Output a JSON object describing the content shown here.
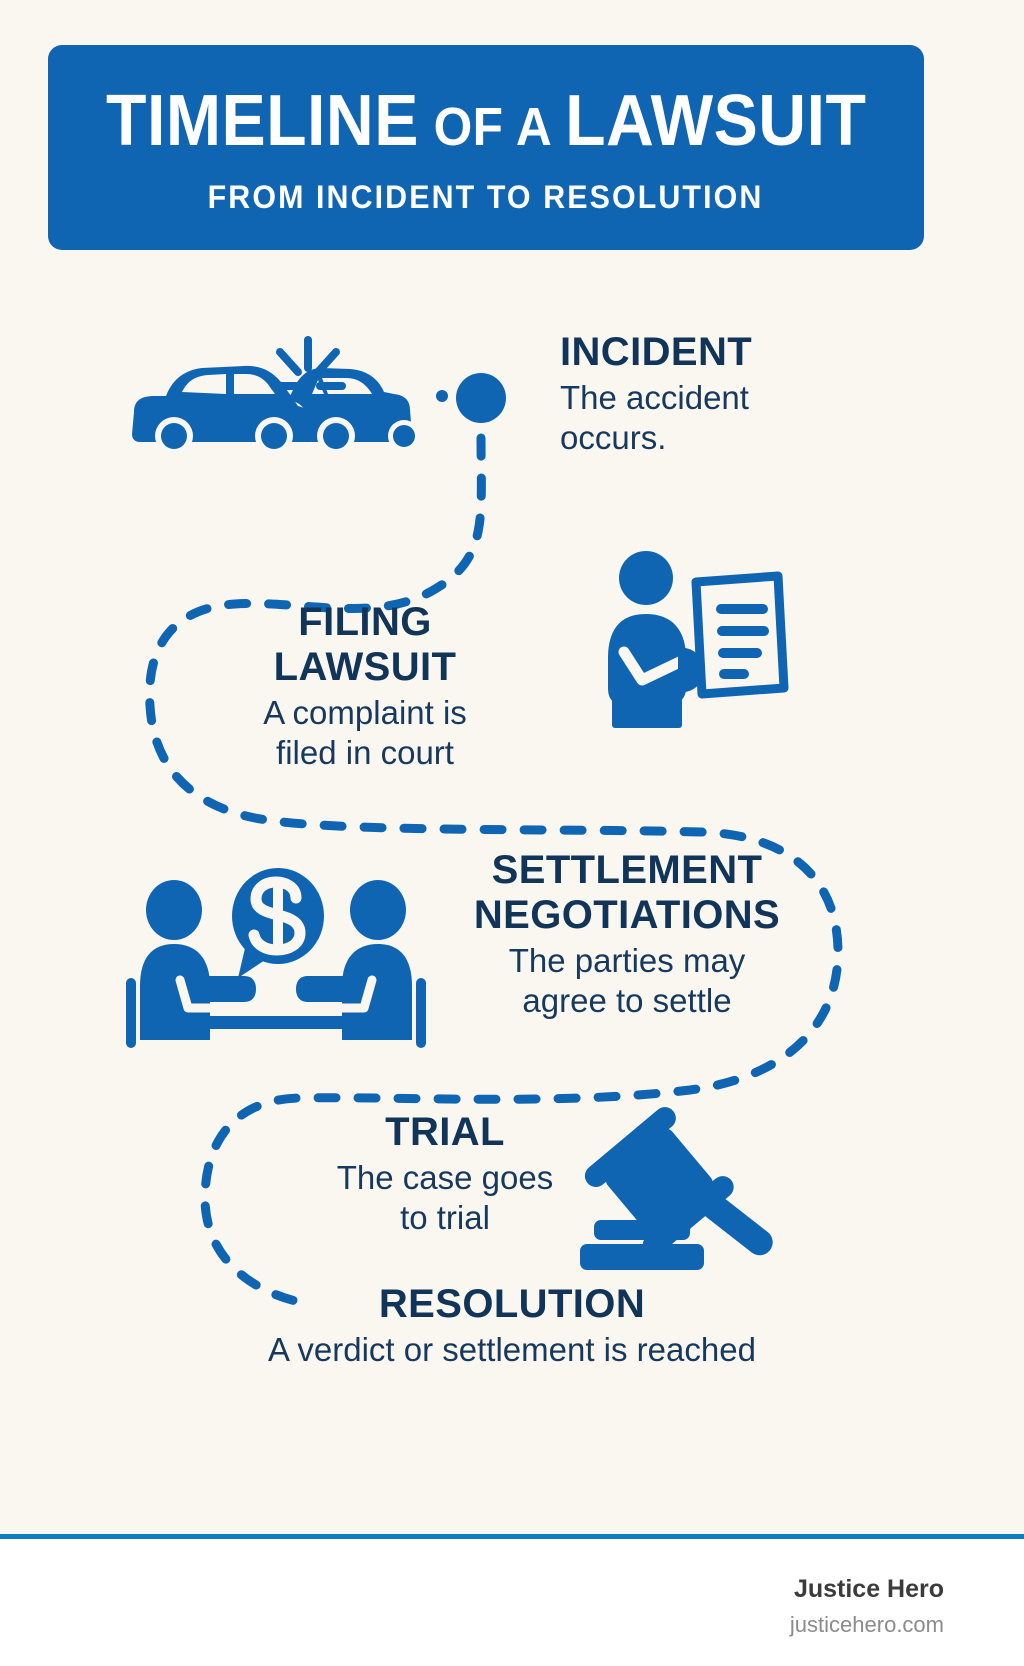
{
  "meta": {
    "background_color": "#faf7f1",
    "brand_blue": "#1065b3",
    "accent_blue": "#0d7cc4",
    "heading_navy": "#113459",
    "body_navy": "#17395d"
  },
  "header": {
    "title_part1": "TIMELINE",
    "title_part2": "OF A",
    "title_part3": "LAWSUIT",
    "subtitle": "FROM INCIDENT TO RESOLUTION",
    "banner_color": "#1065b3"
  },
  "steps": [
    {
      "id": "incident",
      "title": "INCIDENT",
      "description": "The accident\noccurs.",
      "icon": "car-crash-icon"
    },
    {
      "id": "filing-lawsuit",
      "title": "FILING\nLAWSUIT",
      "description": "A complaint is\nfiled in court",
      "icon": "person-with-document-icon"
    },
    {
      "id": "settlement-negotiations",
      "title": "SETTLEMENT\nNEGOTIATIONS",
      "description": "The parties may\nagree to settle",
      "icon": "negotiation-table-icon"
    },
    {
      "id": "trial",
      "title": "TRIAL",
      "description": "The case goes\nto trial",
      "icon": "gavel-icon"
    },
    {
      "id": "resolution",
      "title": "RESOLUTION",
      "description": "A verdict or settlement is reached",
      "icon": "none"
    }
  ],
  "footer": {
    "brand": "Justice Hero",
    "url": "justicehero.com",
    "rule_color": "#0d7cc4"
  }
}
